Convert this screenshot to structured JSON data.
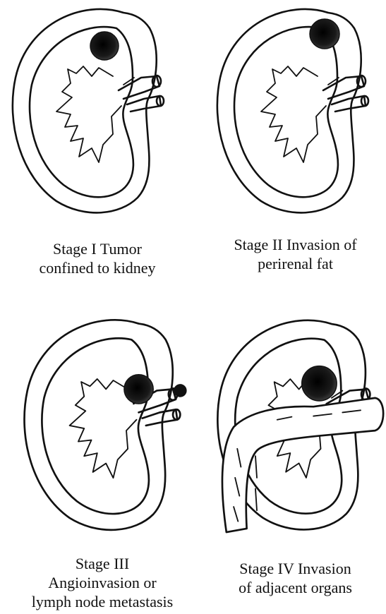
{
  "panels": [
    {
      "id": "stage-1",
      "line1": "Stage I  Tumor",
      "line2": "confined to kidney",
      "line3": ""
    },
    {
      "id": "stage-2",
      "line1": "Stage II  Invasion of",
      "line2": "perirenal fat",
      "line3": ""
    },
    {
      "id": "stage-3",
      "line1": "Stage III",
      "line2": "Angioinvasion or",
      "line3": "lymph node metastasis"
    },
    {
      "id": "stage-4",
      "line1": "Stage IV  Invasion",
      "line2": "of adjacent organs",
      "line3": ""
    }
  ],
  "colors": {
    "ink": "#111111",
    "tumor": "#1a1a1a",
    "background": "#ffffff"
  }
}
